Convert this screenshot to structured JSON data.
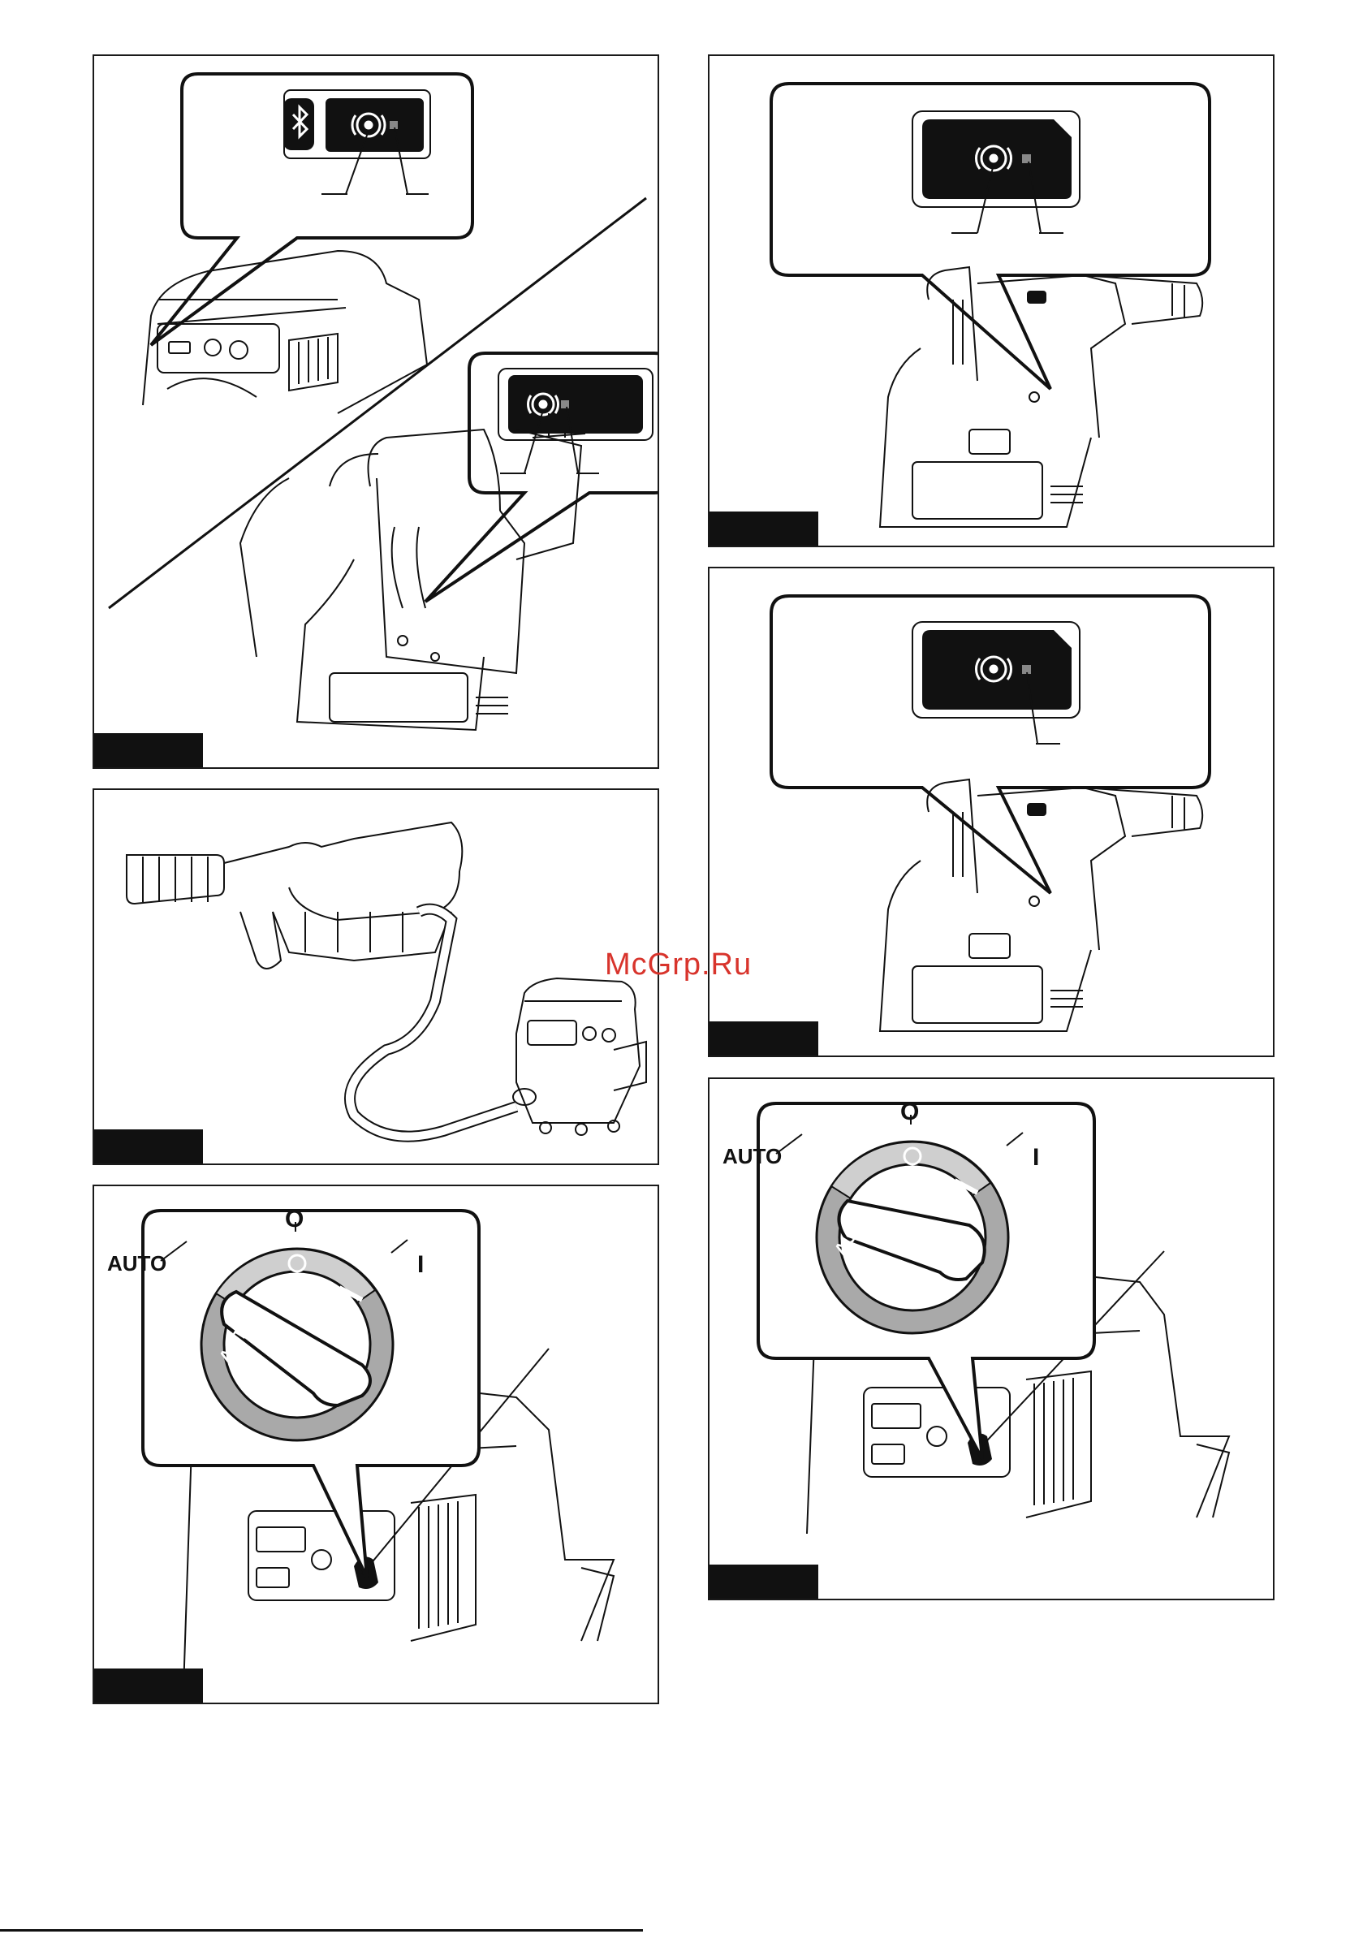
{
  "watermark": {
    "text": "McGrp.Ru",
    "color": "#d8342c"
  },
  "dial": {
    "auto_outer": "AUTO",
    "auto_inner": "AUTO",
    "on_mark": "I",
    "off_mark": "O"
  },
  "icons": [
    "bluetooth-icon",
    "wireless-icon",
    "lamp-icon",
    "knob-icon"
  ],
  "colors": {
    "ink": "#111111",
    "dial_gray": "#a9a9a9",
    "dial_light": "#cfcfcf"
  }
}
